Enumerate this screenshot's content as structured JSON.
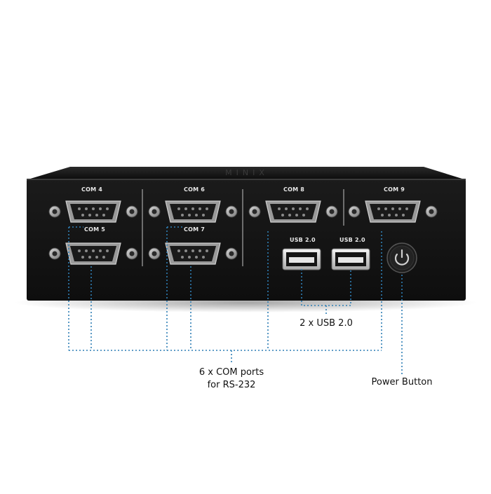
{
  "device": {
    "brand_mark": "MINIX",
    "ports": {
      "com4": "COM 4",
      "com5": "COM 5",
      "com6": "COM 6",
      "com7": "COM 7",
      "com8": "COM 8",
      "com9": "COM 9",
      "usb_a": "USB 2.0",
      "usb_b": "USB 2.0"
    }
  },
  "callouts": {
    "usb": "2 x USB 2.0",
    "com_line1": "6 x COM ports",
    "com_line2": "for RS-232",
    "power": "Power Button"
  },
  "colors": {
    "chassis": "#141414",
    "callout_line": "#2f7fb5"
  }
}
